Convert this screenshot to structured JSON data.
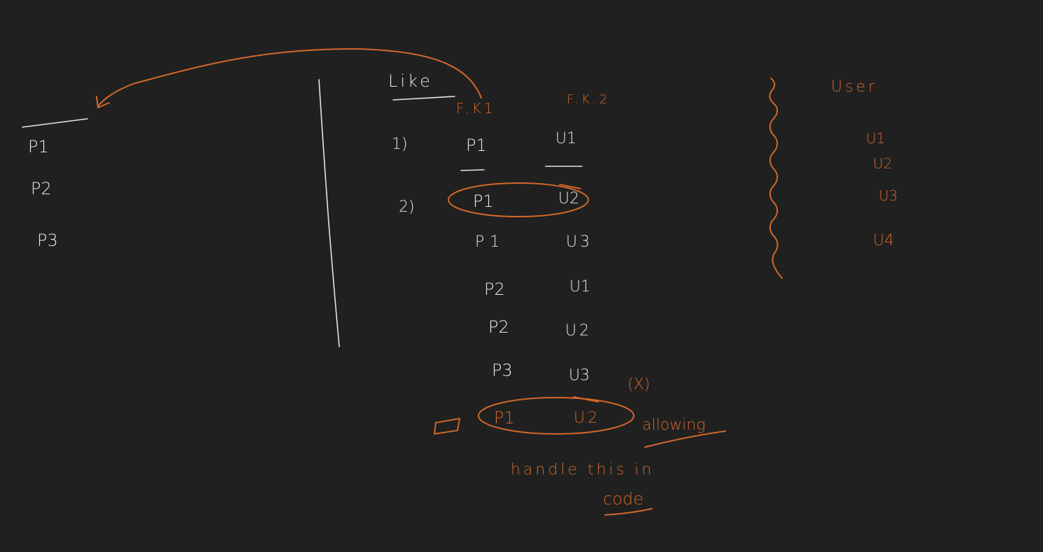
{
  "colors": {
    "background": "#202020",
    "white_ink": "#e6e6e6",
    "orange_ink": "#d2672a"
  },
  "left_table": {
    "rows": [
      "P1",
      "P2",
      "P3"
    ]
  },
  "like_table": {
    "title": "Like",
    "fk1": "F.K1",
    "fk2": "F.K.2",
    "marker_1": "1)",
    "marker_2": "2)",
    "rows": [
      {
        "p": "P1",
        "u": "U1"
      },
      {
        "p": "P1",
        "u": "U2"
      },
      {
        "p": "P1",
        "u": "U3"
      },
      {
        "p": "P2",
        "u": "U1"
      },
      {
        "p": "P2",
        "u": "U2"
      },
      {
        "p": "P3",
        "u": "U3"
      }
    ],
    "duplicate_row": {
      "p": "P1",
      "u": "U2"
    },
    "cross_mark": "(X)",
    "note_allowing": "allowing",
    "note_line": "handle this in",
    "note_code": "code"
  },
  "user_table": {
    "title": "User",
    "rows": [
      "U1",
      "U2",
      "U3",
      "U4"
    ]
  }
}
